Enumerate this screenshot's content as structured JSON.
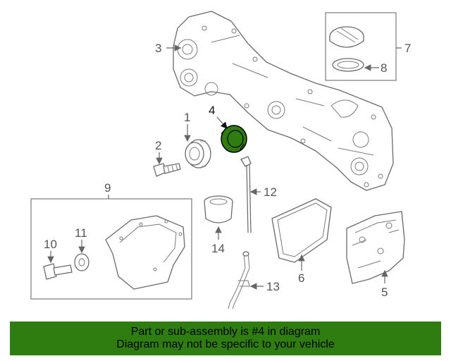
{
  "callouts": {
    "c1": "1",
    "c2": "2",
    "c3": "3",
    "c4": "4",
    "c5": "5",
    "c6": "6",
    "c7": "7",
    "c8": "8",
    "c9": "9",
    "c10": "10",
    "c11": "11",
    "c12": "12",
    "c13": "13",
    "c14": "14"
  },
  "highlight": {
    "part": "4",
    "color": "#2f7d10"
  },
  "banner": {
    "line1": "Part or sub-assembly is #4 in diagram",
    "line2": "Diagram may not be specific to your vehicle",
    "color": "#2f7d10"
  }
}
